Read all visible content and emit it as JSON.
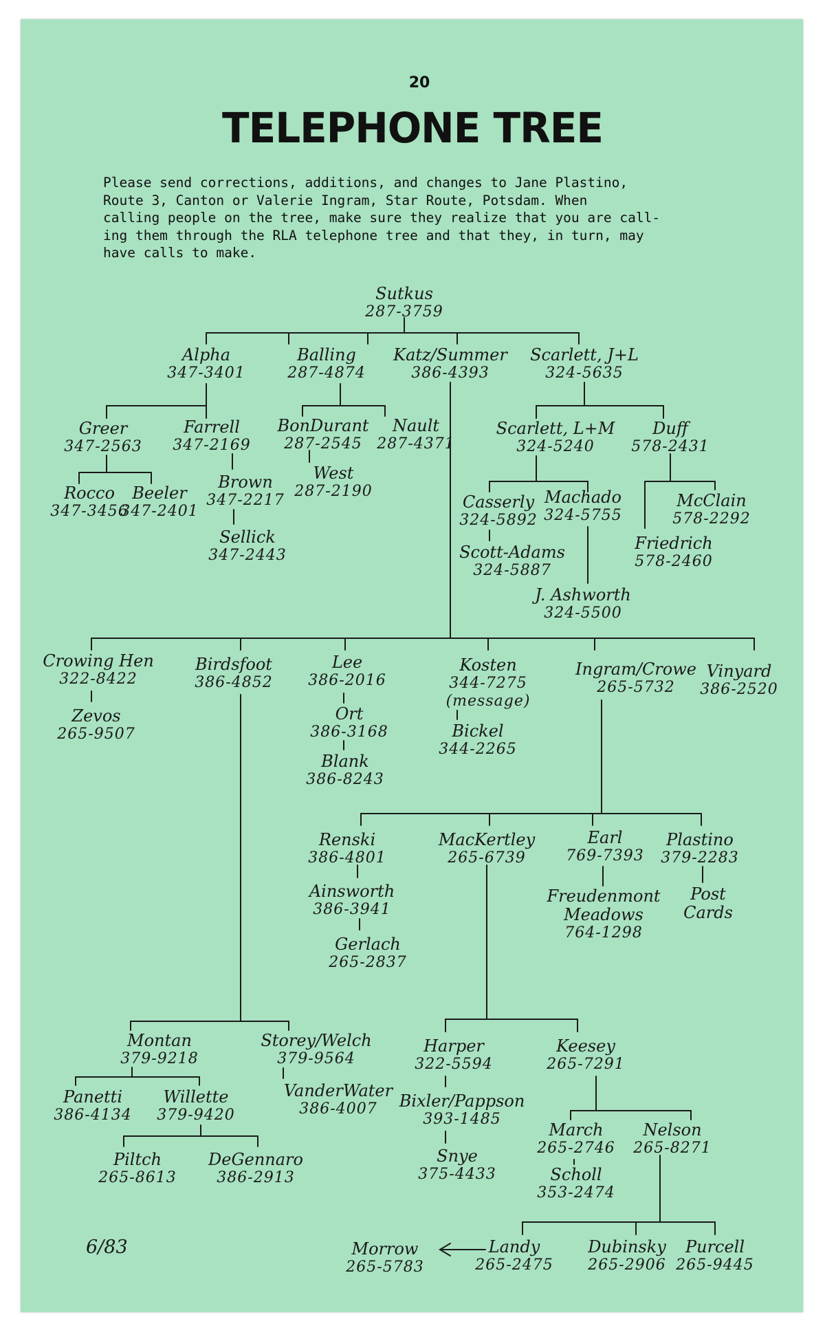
{
  "page": {
    "number": "20",
    "title": "TELEPHONE TREE",
    "intro": "Please send corrections, additions, and changes to Jane Plastino,\nRoute 3, Canton or Valerie Ingram, Star Route, Potsdam.  When\ncalling people on the tree, make sure they realize that you are call-\ning them through the RLA telephone tree and that they, in turn, may\nhave calls to make.",
    "date": "6/83"
  },
  "tree": {
    "sutkus": {
      "name": "Sutkus",
      "phone": "287-3759"
    },
    "alpha": {
      "name": "Alpha",
      "phone": "347-3401"
    },
    "balling": {
      "name": "Balling",
      "phone": "287-4874"
    },
    "katz": {
      "name": "Katz/Summer",
      "phone": "386-4393"
    },
    "scarlett_jl": {
      "name": "Scarlett, J+L",
      "phone": "324-5635"
    },
    "greer": {
      "name": "Greer",
      "phone": "347-2563"
    },
    "farrell": {
      "name": "Farrell",
      "phone": "347-2169"
    },
    "bondurant": {
      "name": "BonDurant",
      "phone": "287-2545"
    },
    "nault": {
      "name": "Nault",
      "phone": "287-4371"
    },
    "scarlett_lm": {
      "name": "Scarlett, L+M",
      "phone": "324-5240"
    },
    "duff": {
      "name": "Duff",
      "phone": "578-2431"
    },
    "rocco": {
      "name": "Rocco",
      "phone": "347-3456"
    },
    "beeler": {
      "name": "Beeler",
      "phone": "347-2401"
    },
    "brown": {
      "name": "Brown",
      "phone": "347-2217"
    },
    "west": {
      "name": "West",
      "phone": "287-2190"
    },
    "casserly": {
      "name": "Casserly",
      "phone": "324-5892"
    },
    "machado": {
      "name": "Machado",
      "phone": "324-5755"
    },
    "mcclain": {
      "name": "McClain",
      "phone": "578-2292"
    },
    "sellick": {
      "name": "Sellick",
      "phone": "347-2443"
    },
    "friedrich": {
      "name": "Friedrich",
      "phone": "578-2460"
    },
    "scott_adams": {
      "name": "Scott-Adams",
      "phone": "324-5887"
    },
    "ashworth": {
      "name": "J. Ashworth",
      "phone": "324-5500"
    },
    "crowing_hen": {
      "name": "Crowing Hen",
      "phone": "322-8422"
    },
    "birdsfoot": {
      "name": "Birdsfoot",
      "phone": "386-4852"
    },
    "lee": {
      "name": "Lee",
      "phone": "386-2016"
    },
    "kosten": {
      "name": "Kosten",
      "phone": "344-7275",
      "note": "(message)"
    },
    "ingram_crowe": {
      "name": "Ingram/Crowe",
      "phone": "265-5732"
    },
    "vinyard": {
      "name": "Vinyard",
      "phone": "386-2520"
    },
    "zevos": {
      "name": "Zevos",
      "phone": "265-9507"
    },
    "ort": {
      "name": "Ort",
      "phone": "386-3168"
    },
    "bickel": {
      "name": "Bickel",
      "phone": "344-2265"
    },
    "blank": {
      "name": "Blank",
      "phone": "386-8243"
    },
    "renski": {
      "name": "Renski",
      "phone": "386-4801"
    },
    "mackertley": {
      "name": "MacKertley",
      "phone": "265-6739"
    },
    "earl": {
      "name": "Earl",
      "phone": "769-7393"
    },
    "plastino": {
      "name": "Plastino",
      "phone": "379-2283"
    },
    "ainsworth": {
      "name": "Ainsworth",
      "phone": "386-3941"
    },
    "freudenmont": {
      "name": "Freudenmont Meadows",
      "phone": "764-1298"
    },
    "postcards": {
      "name": "Post Cards"
    },
    "gerlach": {
      "name": "Gerlach",
      "phone": "265-2837"
    },
    "montan": {
      "name": "Montan",
      "phone": "379-9218"
    },
    "storey_welch": {
      "name": "Storey/Welch",
      "phone": "379-9564"
    },
    "harper": {
      "name": "Harper",
      "phone": "322-5594"
    },
    "keesey": {
      "name": "Keesey",
      "phone": "265-7291"
    },
    "panetti": {
      "name": "Panetti",
      "phone": "386-4134"
    },
    "willette": {
      "name": "Willette",
      "phone": "379-9420"
    },
    "vanderwater": {
      "name": "VanderWater",
      "phone": "386-4007"
    },
    "bixler": {
      "name": "Bixler/Pappson",
      "phone": "393-1485"
    },
    "march": {
      "name": "March",
      "phone": "265-2746"
    },
    "nelson": {
      "name": "Nelson",
      "phone": "265-8271"
    },
    "piltch": {
      "name": "Piltch",
      "phone": "265-8613"
    },
    "degennaro": {
      "name": "DeGennaro",
      "phone": "386-2913"
    },
    "snye": {
      "name": "Snye",
      "phone": "375-4433"
    },
    "scholl": {
      "name": "Scholl",
      "phone": "353-2474"
    },
    "morrow": {
      "name": "Morrow",
      "phone": "265-5783"
    },
    "landy": {
      "name": "Landy",
      "phone": "265-2475"
    },
    "dubinsky": {
      "name": "Dubinsky",
      "phone": "265-2906"
    },
    "purcell": {
      "name": "Purcell",
      "phone": "265-9445"
    }
  }
}
